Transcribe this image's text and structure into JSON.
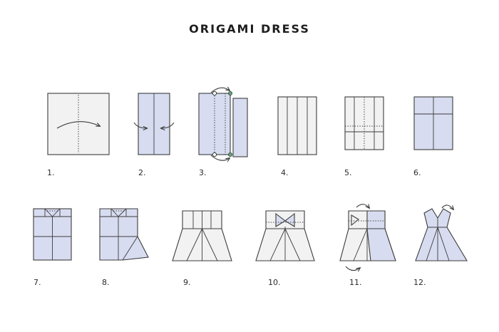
{
  "title": "ORIGAMI DRESS",
  "colors": {
    "paper": "#f2f2f2",
    "tinted": "#d8dcf0",
    "stroke": "#3c3c3c",
    "accent": "#5fa878"
  },
  "steps": [
    {
      "label": "1."
    },
    {
      "label": "2."
    },
    {
      "label": "3."
    },
    {
      "label": "4."
    },
    {
      "label": "5."
    },
    {
      "label": "6."
    },
    {
      "label": "7."
    },
    {
      "label": "8."
    },
    {
      "label": "9."
    },
    {
      "label": "10."
    },
    {
      "label": "11."
    },
    {
      "label": "12."
    }
  ]
}
